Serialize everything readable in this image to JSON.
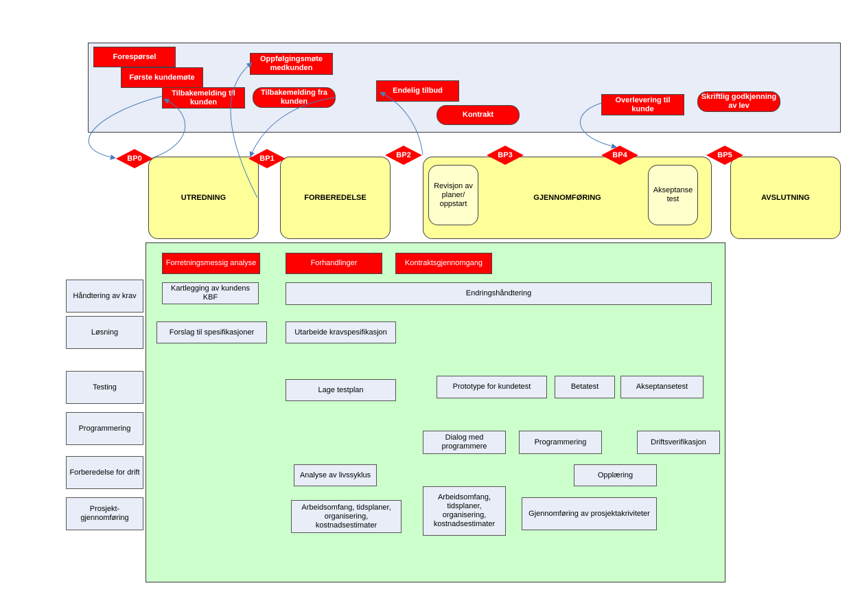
{
  "top_events": {
    "foresporsel": "Forespørsel",
    "forste_kundemote": "Første kundemøte",
    "tilbakemelding_til_kunden": "Tilbakemelding til kunden",
    "oppfolgingsmote": "Oppfølgingsmøte medkunden",
    "tilbakemelding_fra_kunden": "Tilbakemelding fra kunden",
    "endelig_tilbud": "Endelig tilbud",
    "kontrakt": "Kontrakt",
    "overlevering": "Overlevering til kunde",
    "skriftlig_godkjenning": "Skriftlig godkjenning av lev"
  },
  "milestones": [
    "BP0",
    "BP1",
    "BP2",
    "BP3",
    "BP4",
    "BP5"
  ],
  "phases": {
    "utredning": "UTREDNING",
    "forberedelse": "FORBEREDELSE",
    "gjennomforing": "GJENNOMFØRING",
    "avslutning": "AVSLUTNING",
    "revisjon": "Revisjon av planer/ oppstart",
    "akseptanse": "Akseptanse test"
  },
  "red_tasks": {
    "forretningsmessig_analyse": "Forretningsmessig analyse",
    "forhandlinger": "Forhandlinger",
    "kontraktsgjennomgang": "Kontraktsgjennomgang"
  },
  "lanes": {
    "handtering_av_krav": "Håndtering av krav",
    "losning": "Løsning",
    "testing": "Testing",
    "programmering": "Programmering",
    "forberedelse_drift": "Forberedelse for drift",
    "prosjektgjennomforing": "Prosjekt-gjennomføring"
  },
  "tasks": {
    "kartlegging": "Kartlegging av kundens KBF",
    "endringshandtering": "Endringshåndtering",
    "forslag_spesifikasjoner": "Forslag til spesifikasjoner",
    "utarbeide_krav": "Utarbeide kravspesifikasjon",
    "lage_testplan": "Lage testplan",
    "prototype": "Prototype for kundetest",
    "betatest": "Betatest",
    "akseptansetest": "Akseptansetest",
    "dialog_programmere": "Dialog med programmere",
    "programmering": "Programmering",
    "driftsverifikasjon": "Driftsverifikasjon",
    "analyse_livssyklus": "Analyse av livssyklus",
    "opplaering": "Opplæring",
    "arbeidsomfang_1": "Arbeidsomfang, tidsplaner, organisering, kostnadsestimater",
    "arbeidsomfang_2": "Arbeidsomfang, tidsplaner, organisering, kostnadsestimater",
    "gjennomforing_prosjektaktiviteter": "Gjennomføring av prosjektakriviteter"
  },
  "colors": {
    "event_red": "#ff0000",
    "top_band": "#e8edf7",
    "green_band": "#ccffcc",
    "phase_yellow": "#ffff99",
    "arrow_blue": "#4a7ebb"
  }
}
